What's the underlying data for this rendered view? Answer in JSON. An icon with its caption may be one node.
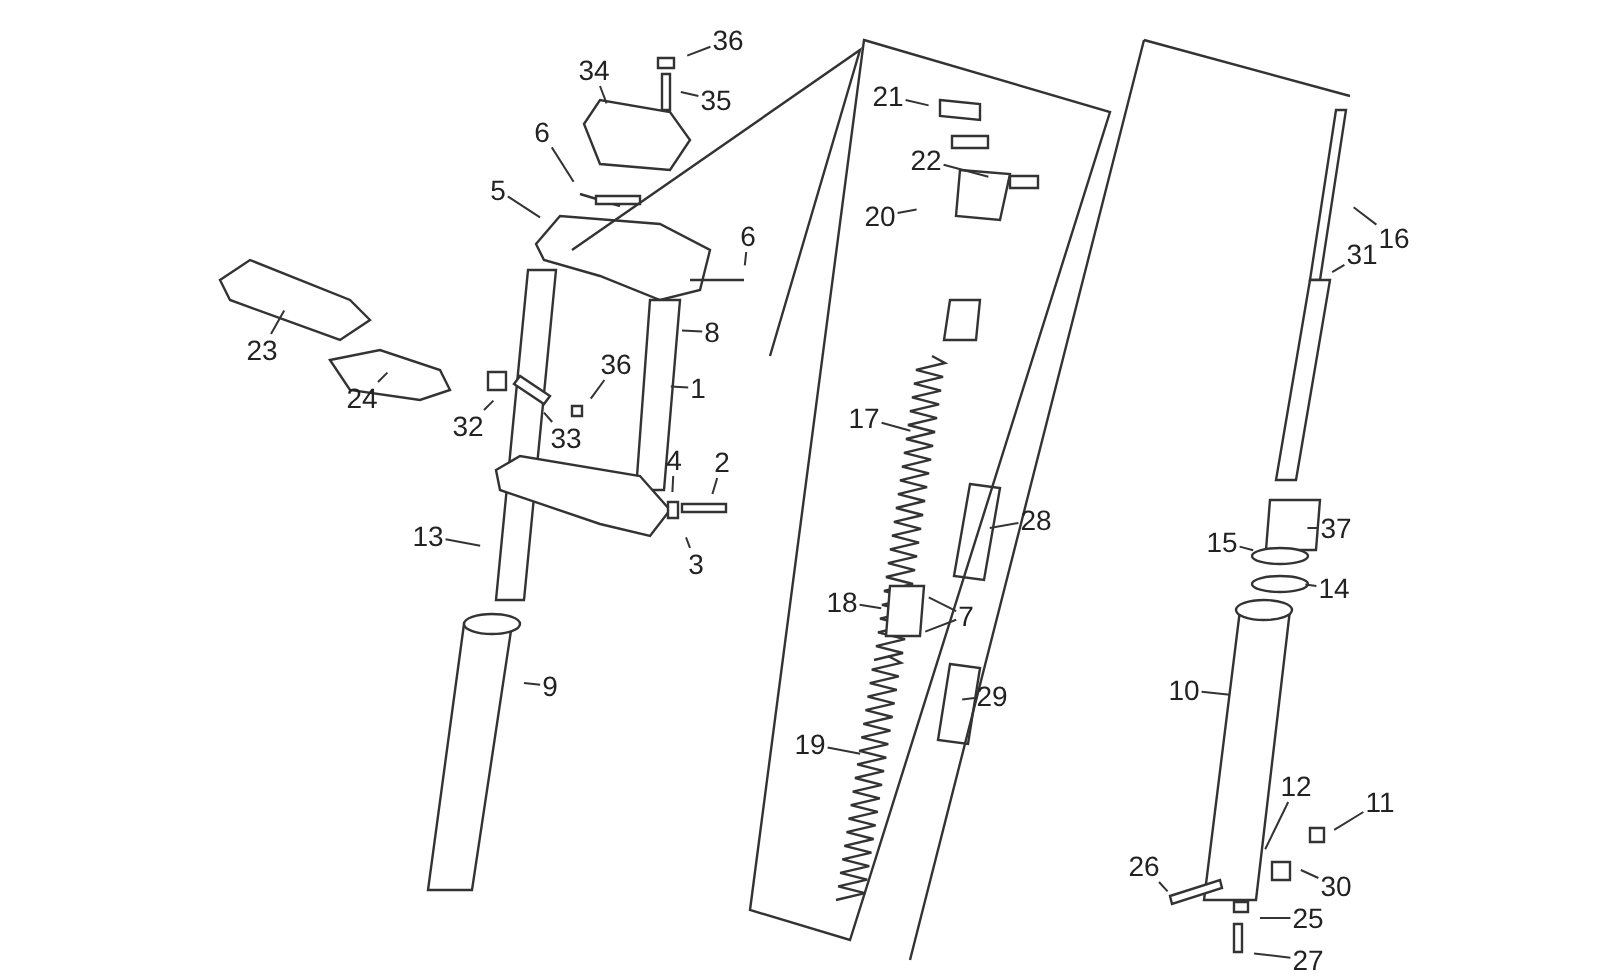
{
  "diagram": {
    "nodes": [
      {
        "text": [
          "36"
        ]
      },
      {
        "text": [
          "35"
        ]
      },
      {
        "text": [
          "34"
        ]
      },
      {
        "text": [
          "6"
        ]
      },
      {
        "text": [
          "5"
        ]
      },
      {
        "text": [
          "6"
        ]
      },
      {
        "text": [
          "8"
        ]
      },
      {
        "text": [
          "1"
        ]
      },
      {
        "text": [
          "23"
        ]
      },
      {
        "text": [
          "24"
        ]
      },
      {
        "text": [
          "36"
        ]
      },
      {
        "text": [
          "32"
        ]
      },
      {
        "text": [
          "33"
        ]
      },
      {
        "text": [
          "4"
        ]
      },
      {
        "text": [
          "2"
        ]
      },
      {
        "text": [
          "3"
        ]
      },
      {
        "text": [
          "13"
        ]
      },
      {
        "text": [
          "9"
        ]
      },
      {
        "text": [
          "21"
        ]
      },
      {
        "text": [
          "22"
        ]
      },
      {
        "text": [
          "20"
        ]
      },
      {
        "text": [
          "17"
        ]
      },
      {
        "text": [
          "28"
        ]
      },
      {
        "text": [
          "18"
        ]
      },
      {
        "text": [
          "7"
        ]
      },
      {
        "text": [
          "29"
        ]
      },
      {
        "text": [
          "19"
        ]
      },
      {
        "text": [
          "16"
        ]
      },
      {
        "text": [
          "31"
        ]
      },
      {
        "text": [
          "37"
        ]
      },
      {
        "text": [
          "15"
        ]
      },
      {
        "text": [
          "14"
        ]
      },
      {
        "text": [
          "10"
        ]
      },
      {
        "text": [
          "12"
        ]
      },
      {
        "text": [
          "11"
        ]
      },
      {
        "text": [
          "26"
        ]
      },
      {
        "text": [
          "30"
        ]
      },
      {
        "text": [
          "25"
        ]
      },
      {
        "text": [
          "27"
        ]
      }
    ],
    "edges": [
      {
        "from": 0,
        "to": null,
        "arrow": "none"
      },
      {
        "from": 1,
        "to": null,
        "arrow": "none"
      },
      {
        "from": 2,
        "to": null,
        "arrow": "none"
      },
      {
        "from": 3,
        "to": null,
        "arrow": "none"
      },
      {
        "from": 4,
        "to": null,
        "arrow": "none"
      },
      {
        "from": 5,
        "to": null,
        "arrow": "none"
      },
      {
        "from": 6,
        "to": null,
        "arrow": "none"
      },
      {
        "from": 7,
        "to": null,
        "arrow": "none"
      },
      {
        "from": 8,
        "to": null,
        "arrow": "none"
      },
      {
        "from": 9,
        "to": null,
        "arrow": "none"
      },
      {
        "from": 10,
        "to": null,
        "arrow": "none"
      },
      {
        "from": 11,
        "to": null,
        "arrow": "none"
      },
      {
        "from": 12,
        "to": null,
        "arrow": "none"
      },
      {
        "from": 13,
        "to": null,
        "arrow": "none"
      },
      {
        "from": 14,
        "to": null,
        "arrow": "none"
      },
      {
        "from": 15,
        "to": null,
        "arrow": "none"
      },
      {
        "from": 16,
        "to": null,
        "arrow": "none"
      },
      {
        "from": 17,
        "to": null,
        "arrow": "none"
      },
      {
        "from": 18,
        "to": null,
        "arrow": "none"
      },
      {
        "from": 19,
        "to": null,
        "arrow": "none"
      },
      {
        "from": 20,
        "to": null,
        "arrow": "none"
      },
      {
        "from": 21,
        "to": null,
        "arrow": "none"
      },
      {
        "from": 22,
        "to": null,
        "arrow": "none"
      },
      {
        "from": 23,
        "to": null,
        "arrow": "none"
      },
      {
        "from": 24,
        "to": null,
        "arrow": "none"
      },
      {
        "from": 24,
        "to": null,
        "arrow": "none"
      },
      {
        "from": 25,
        "to": null,
        "arrow": "none"
      },
      {
        "from": 26,
        "to": null,
        "arrow": "none"
      },
      {
        "from": 27,
        "to": null,
        "arrow": "none"
      },
      {
        "from": 28,
        "to": null,
        "arrow": "none"
      },
      {
        "from": 29,
        "to": null,
        "arrow": "none"
      },
      {
        "from": 30,
        "to": null,
        "arrow": "none"
      },
      {
        "from": 31,
        "to": null,
        "arrow": "none"
      },
      {
        "from": 32,
        "to": null,
        "arrow": "none"
      },
      {
        "from": 33,
        "to": null,
        "arrow": "none"
      },
      {
        "from": 34,
        "to": null,
        "arrow": "none"
      },
      {
        "from": 35,
        "to": null,
        "arrow": "none"
      },
      {
        "from": 36,
        "to": null,
        "arrow": "none"
      },
      {
        "from": 37,
        "to": null,
        "arrow": "none"
      },
      {
        "from": 38,
        "to": null,
        "arrow": "none"
      }
    ]
  }
}
